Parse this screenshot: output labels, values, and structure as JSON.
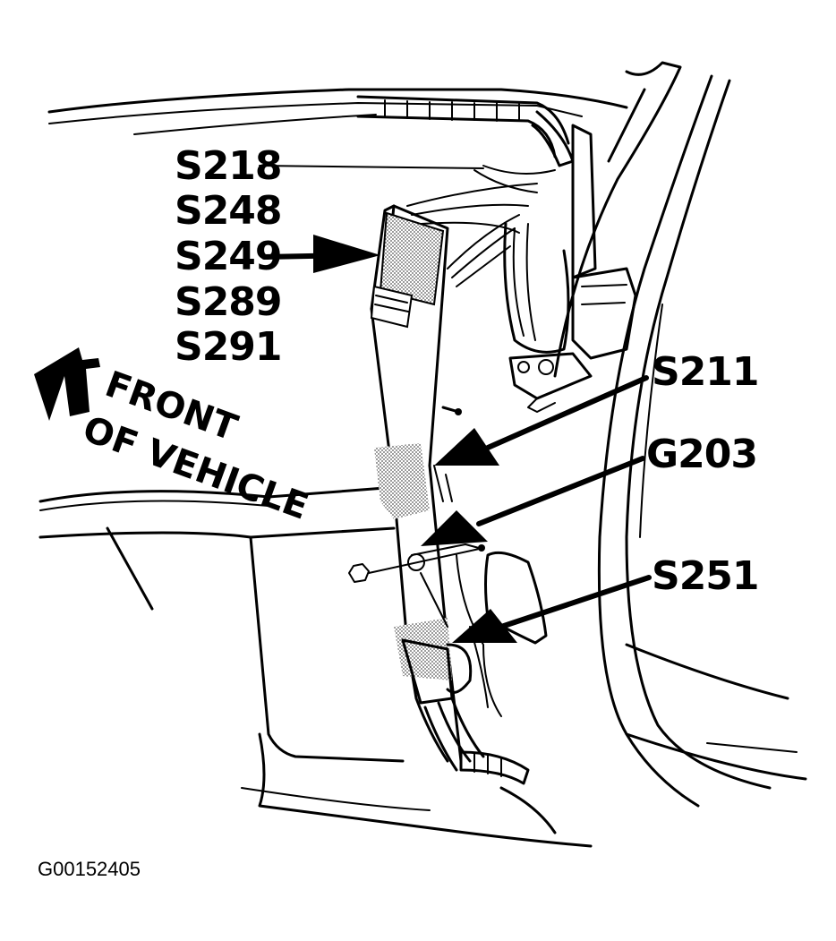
{
  "callouts": {
    "group_labels": [
      "S218",
      "S248",
      "S249",
      "S289",
      "S291"
    ],
    "s211": "S211",
    "g203": "G203",
    "s251": "S251"
  },
  "direction_label": {
    "line1": "FRONT",
    "line2": "OF VEHICLE"
  },
  "figure_id": "G00152405"
}
